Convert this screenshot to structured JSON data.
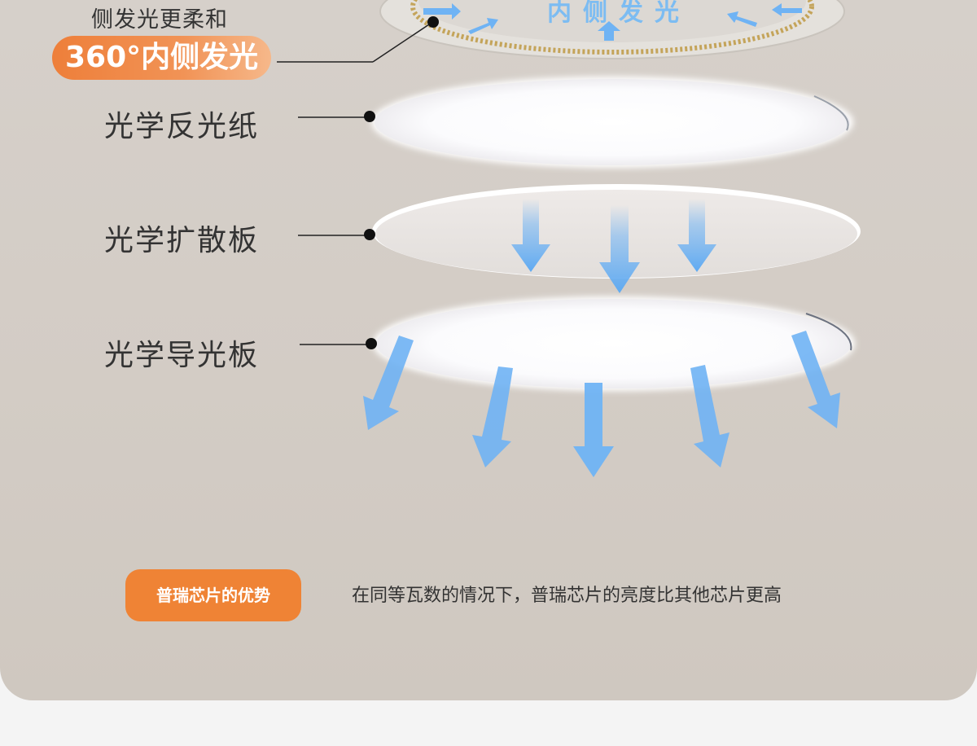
{
  "labels": {
    "side_caption": "侧发光更柔和",
    "feature": "360°内侧发光",
    "ring_text": "内侧发光",
    "reflector": "光学反光纸",
    "diffuser": "光学扩散板",
    "light_guide": "光学导光板"
  },
  "advantage": {
    "badge": "普瑞芯片的优势",
    "description": "在同等瓦数的情况下，普瑞芯片的亮度比其他芯片更高"
  },
  "colors": {
    "accent_orange": "#ef8335",
    "arrow_blue": "#6fb3f4",
    "panel_bg": "#d6d0ca",
    "page_bg": "#f4f4f4"
  }
}
